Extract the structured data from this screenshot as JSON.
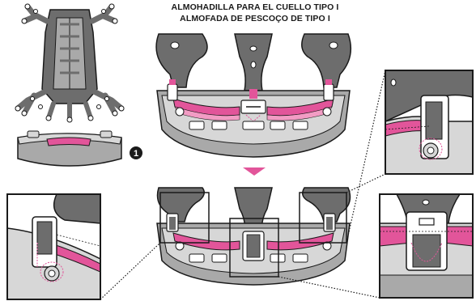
{
  "header": {
    "title_line_1": "ALMOHADILLA PARA EL CUELLO TIPO I",
    "title_line_2": "ALMOFADA DE PESCOÇO DE TIPO I"
  },
  "step": {
    "number": "1"
  },
  "colors": {
    "shell_gray": "#6d6d6d",
    "pad_gray": "#a9a9a9",
    "light_gray": "#d7d7d7",
    "accent_pink": "#e2559a",
    "pink_light": "#f29cc4",
    "outline": "#1a1a1a"
  },
  "icons": [
    "arrow-down-icon",
    "step-number-badge"
  ]
}
